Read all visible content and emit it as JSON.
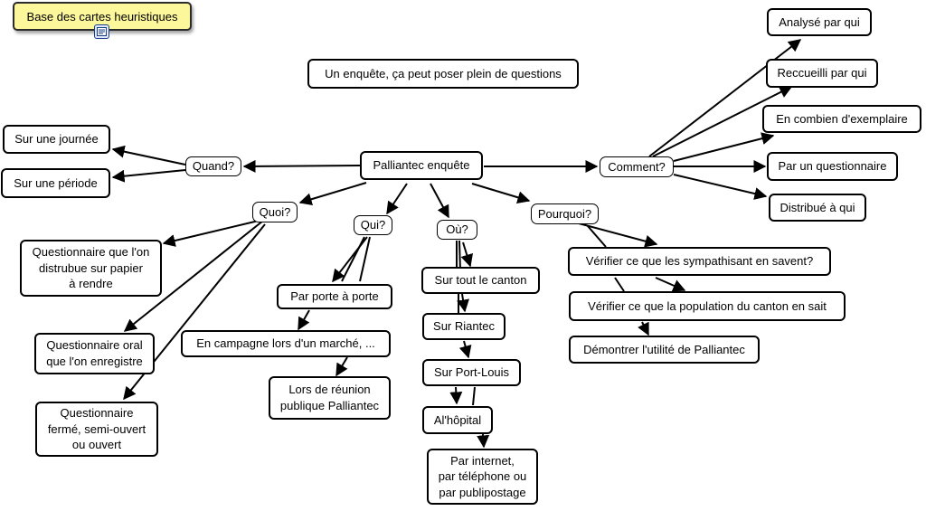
{
  "title_box": {
    "label": "Base des cartes heuristiques",
    "icon": "note-icon"
  },
  "heading": {
    "label": "Un enquête, ça peut poser plein de questions"
  },
  "center": {
    "label": "Palliantec enquête"
  },
  "branches": {
    "quand": {
      "label": "Quand?",
      "items": [
        "Sur une journée",
        "Sur une période"
      ]
    },
    "quoi": {
      "label": "Quoi?",
      "items": [
        "Questionnaire que l'on\ndistrubue sur papier\nà rendre",
        "Questionnaire oral\nque l'on enregistre",
        "Questionnaire\nfermé, semi-ouvert\nou ouvert"
      ]
    },
    "qui": {
      "label": "Qui?",
      "items": [
        "Par porte à porte",
        "En campagne lors d'un marché, ...",
        "Lors de réunion\npublique Palliantec"
      ]
    },
    "ou": {
      "label": "Où?",
      "items": [
        "Sur tout le canton",
        "Sur Riantec",
        "Sur Port-Louis",
        "Al'hôpital",
        "Par internet,\npar téléphone ou\npar publipostage"
      ]
    },
    "pourquoi": {
      "label": "Pourquoi?",
      "items": [
        "Vérifier ce que les sympathisant en savent?",
        "Vérifier ce que la population du canton en sait",
        "Démontrer l'utilité de Palliantec"
      ]
    },
    "comment": {
      "label": "Comment?",
      "items": [
        "Analysé par qui",
        "Reccueilli par qui",
        "En combien d'exemplaire",
        "Par un questionnaire",
        "Distribué à qui"
      ]
    }
  }
}
